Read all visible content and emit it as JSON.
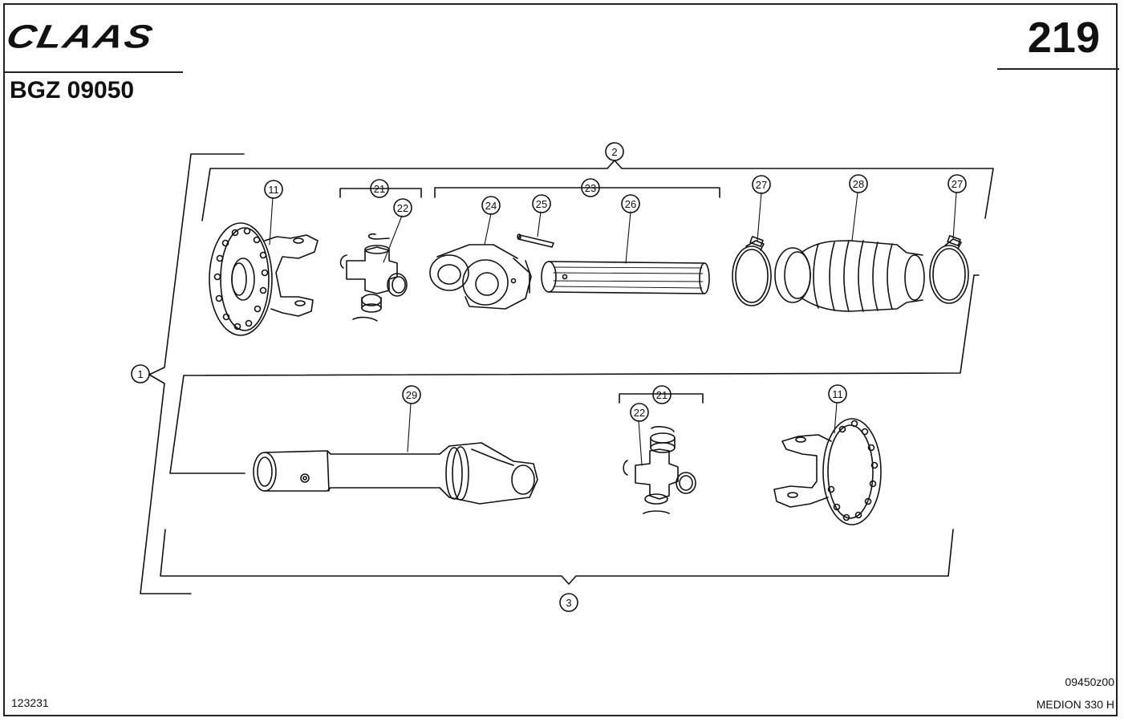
{
  "header": {
    "brand": "CLAAS",
    "page_number": "219",
    "group_code": "BGZ 09050"
  },
  "footer": {
    "left_id": "123231",
    "drawing_id": "09450z00",
    "model": "MEDION 330 H"
  },
  "callouts": {
    "c1": "1",
    "c2": "2",
    "c3": "3",
    "c11a": "11",
    "c21a": "21",
    "c22a": "22",
    "c23": "23",
    "c24": "24",
    "c25": "25",
    "c26": "26",
    "c27a": "27",
    "c28": "28",
    "c27b": "27",
    "c29": "29",
    "c21b": "21",
    "c22b": "22",
    "c11b": "11"
  }
}
